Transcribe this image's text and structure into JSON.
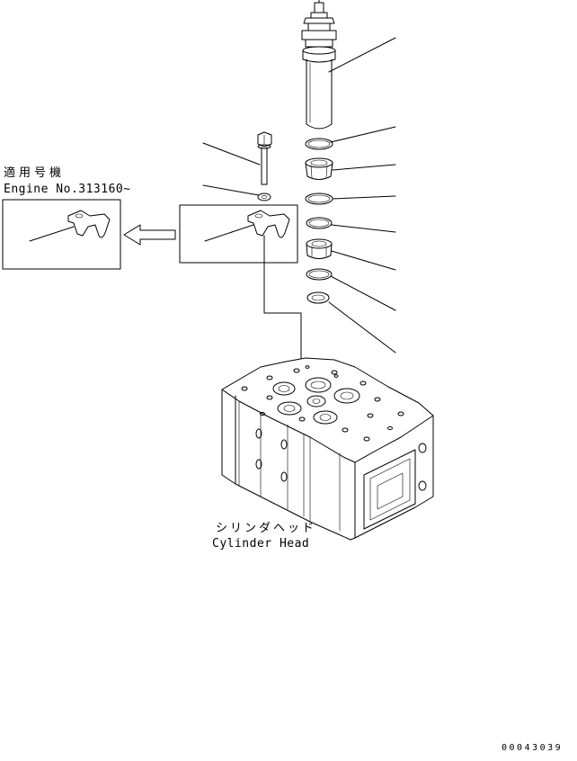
{
  "applicability": {
    "title_ja": "適用号機",
    "serial_text": "Engine No.313160~"
  },
  "assembly": {
    "name_ja": "シリンダヘッド",
    "name_en": "Cylinder Head"
  },
  "drawing_number": "00043039"
}
